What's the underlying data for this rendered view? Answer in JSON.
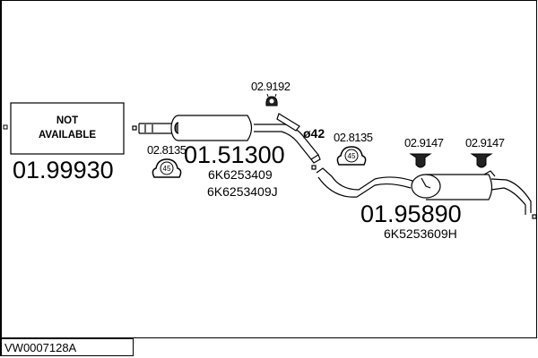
{
  "diagram_code": "VW0007128A",
  "parts": {
    "front": {
      "number": "01.99930",
      "note_line1": "NOT",
      "note_line2": "AVAILABLE"
    },
    "middle": {
      "number": "01.51300",
      "oem1": "6K6253409",
      "oem2": "6K6253409J",
      "diameter": "ø42"
    },
    "rear": {
      "number": "01.95890",
      "oem1": "6K5253609H"
    }
  },
  "fittings": {
    "clamp_left": {
      "ref": "02.8135",
      "size": "45"
    },
    "clamp_right": {
      "ref": "02.8135",
      "size": "45"
    },
    "hanger_mid": {
      "ref": "02.9192"
    },
    "hanger_rear1": {
      "ref": "02.9147"
    },
    "hanger_rear2": {
      "ref": "02.9147"
    }
  }
}
